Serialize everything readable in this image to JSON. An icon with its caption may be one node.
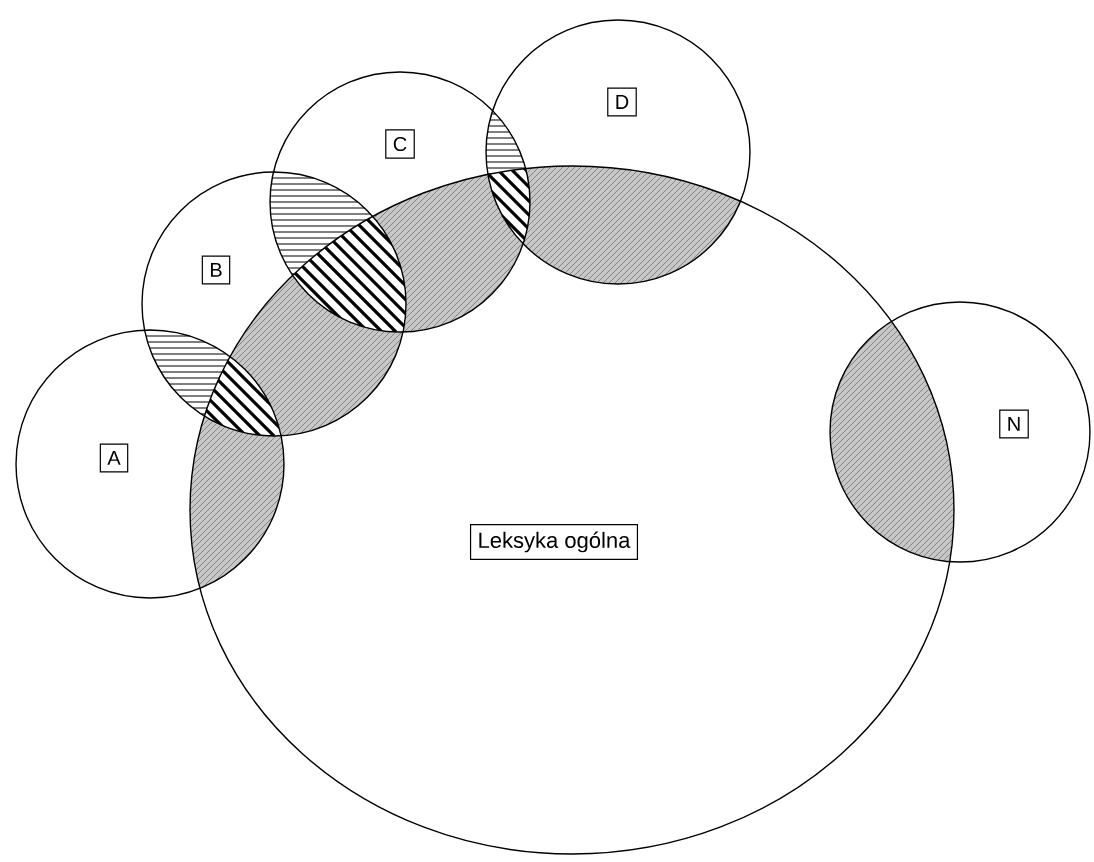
{
  "diagram": {
    "nodes": [
      {
        "text": [
          "Leksyka ogólna"
        ]
      },
      {
        "text": [
          "A"
        ]
      },
      {
        "text": [
          "B"
        ]
      },
      {
        "text": [
          "C"
        ]
      },
      {
        "text": [
          "D"
        ]
      },
      {
        "text": [
          "N"
        ]
      }
    ]
  }
}
